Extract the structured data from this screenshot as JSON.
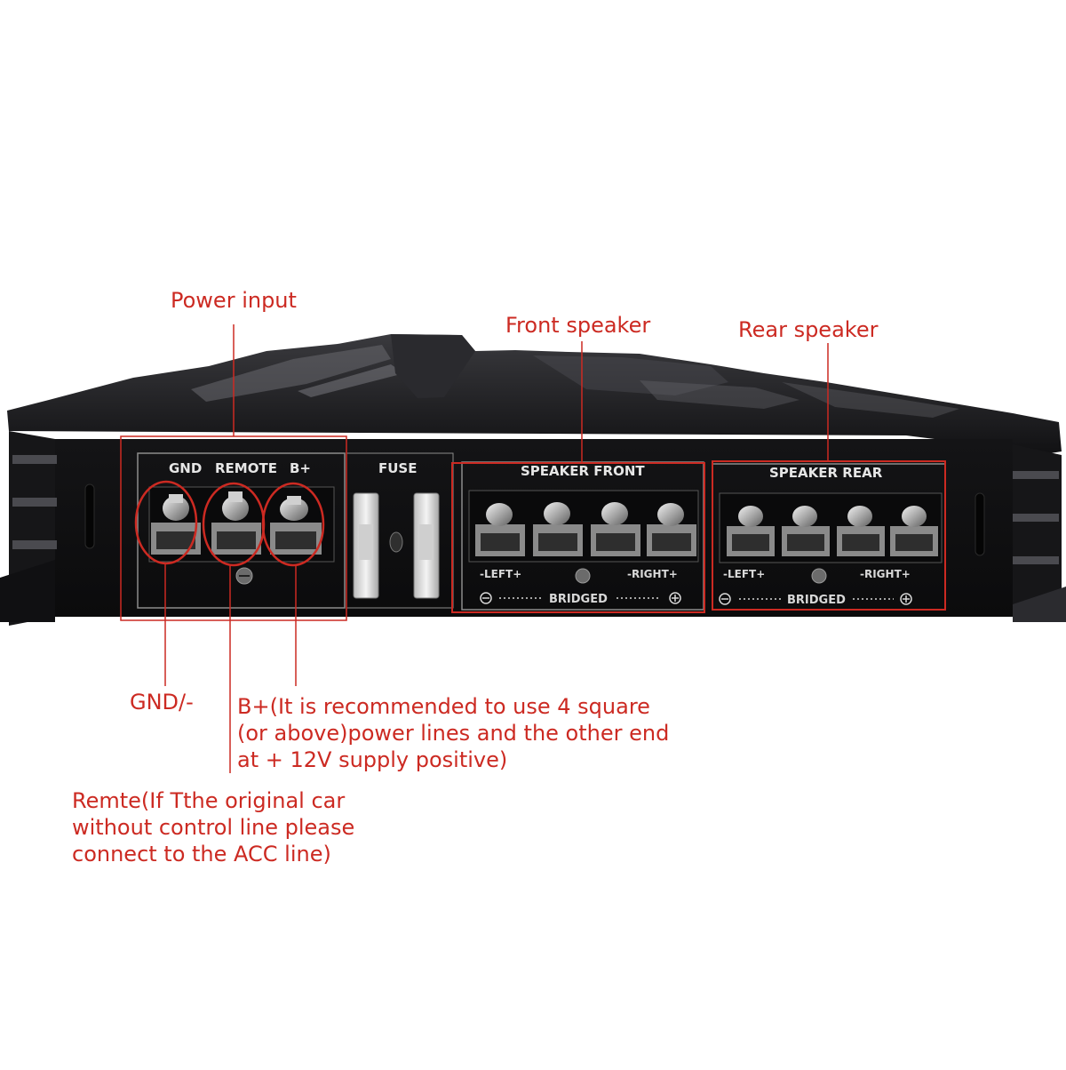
{
  "annotations": {
    "power_input": "Power input",
    "front_speaker": "Front speaker",
    "rear_speaker": "Rear speaker",
    "gnd": "GND/-",
    "bplus": [
      "B+(It is recommended to use 4 square",
      "(or above)power lines and the other end",
      "at + 12V supply positive)"
    ],
    "remote": [
      "Remte(If Tthe original car",
      "without control line please",
      "connect to the ACC line)"
    ]
  },
  "panel": {
    "gnd": "GND",
    "remote": "REMOTE",
    "bplus": "B+",
    "fuse": "FUSE",
    "speaker_front": "SPEAKER FRONT",
    "speaker_rear": "SPEAKER REAR",
    "left": "-LEFT+",
    "right": "-RIGHT+",
    "bridged": "BRIDGED"
  },
  "colors": {
    "annotation": "#cc2a22",
    "chassis": "#1b1b1d",
    "panel_text": "#e6e6e6"
  }
}
